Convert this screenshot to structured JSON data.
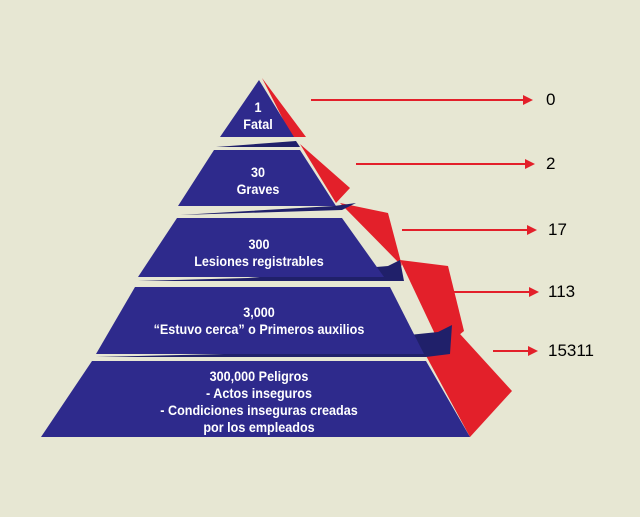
{
  "colors": {
    "background": "#e7e7d3",
    "tier_fill": "#2e2a8c",
    "tier_shadow": "#20206a",
    "side_fill": "#e3202a",
    "arrow": "#e3202a",
    "text": "#ffffff"
  },
  "tiers": [
    {
      "lines": [
        "1",
        "Fatal"
      ]
    },
    {
      "lines": [
        "30",
        "Graves"
      ]
    },
    {
      "lines": [
        "300",
        "Lesiones registrables"
      ]
    },
    {
      "lines": [
        "3,000",
        "“Estuvo cerca” o Primeros auxilios"
      ]
    },
    {
      "lines": [
        "300,000 Peligros",
        "- Actos inseguros",
        "- Condiciones inseguras creadas",
        "por los empleados"
      ]
    }
  ],
  "counts": [
    "0",
    "2",
    "17",
    "113",
    "15311"
  ]
}
